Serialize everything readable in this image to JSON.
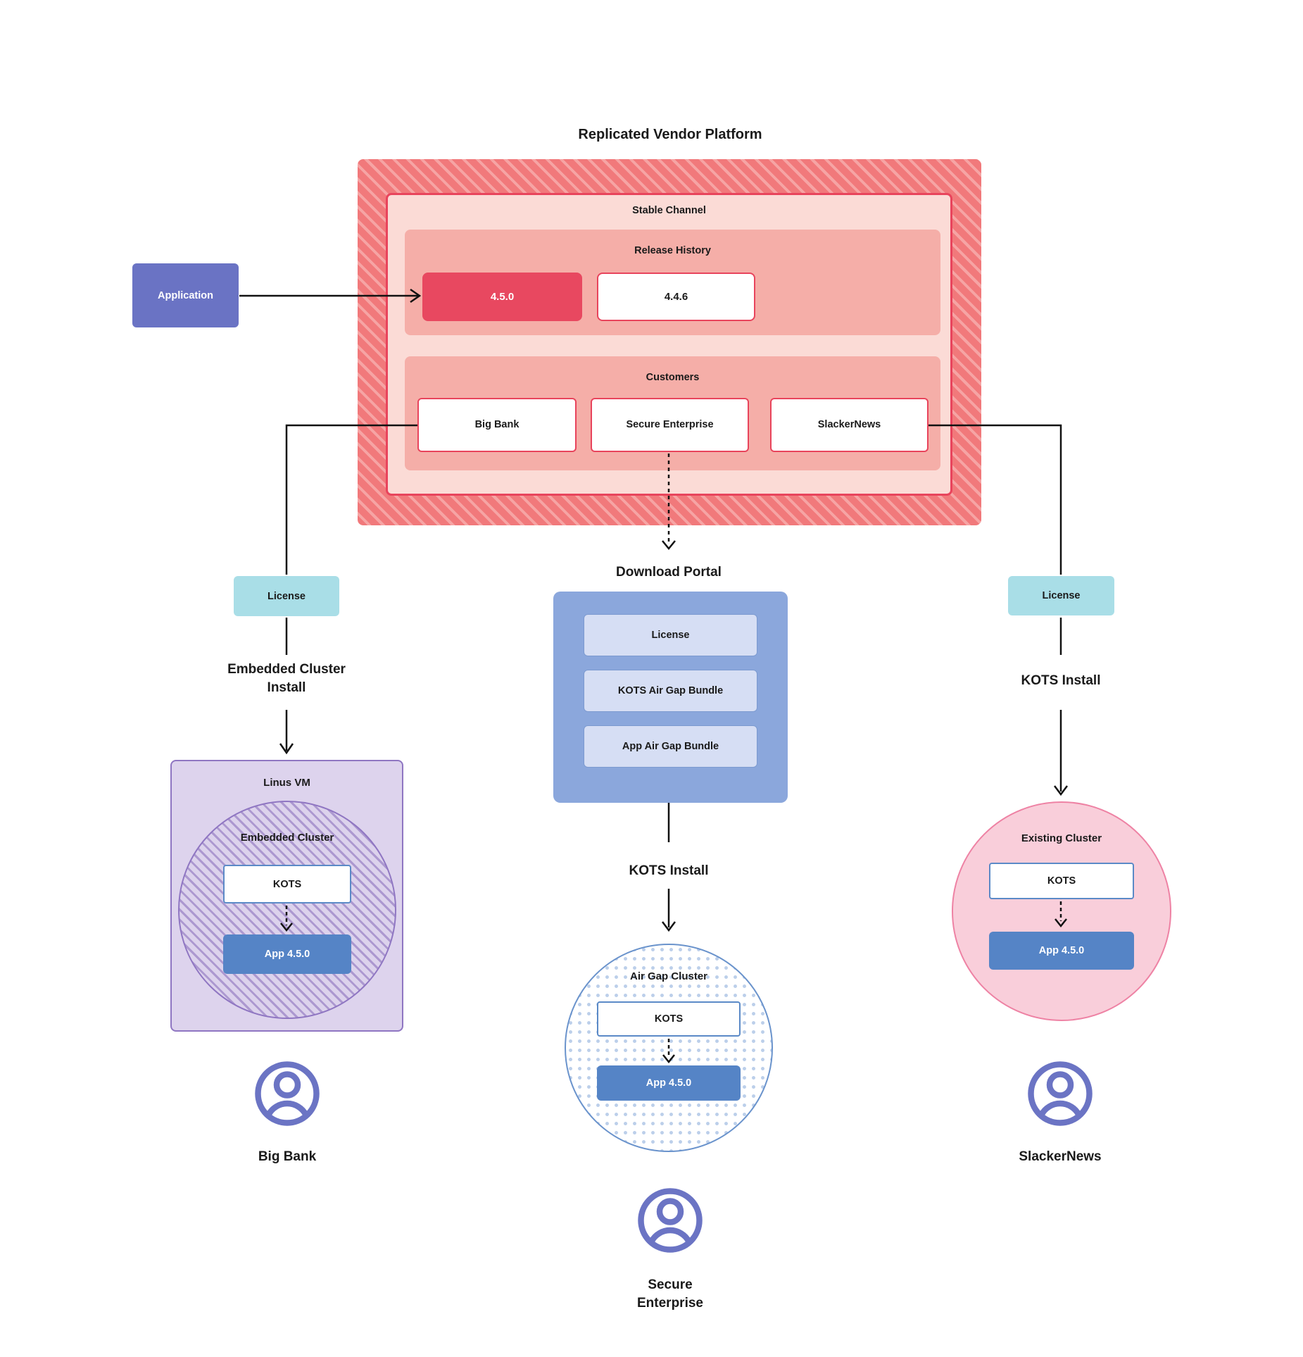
{
  "title": "Replicated Vendor Platform",
  "platform": {
    "stable_channel": {
      "label": "Stable Channel"
    },
    "release_history": {
      "label": "Release History",
      "releases": [
        {
          "version": "4.5.0",
          "highlight": true
        },
        {
          "version": "4.4.6",
          "highlight": false
        }
      ]
    },
    "customers": {
      "label": "Customers",
      "items": [
        "Big Bank",
        "Secure Enterprise",
        "SlackerNews"
      ]
    }
  },
  "application": {
    "label": "Application"
  },
  "flows": {
    "left": {
      "license_label": "License",
      "install_label": "Embedded Cluster Install",
      "vm_label": "Linus VM",
      "cluster_label": "Embedded Cluster",
      "kots_label": "KOTS",
      "app_label": "App 4.5.0",
      "customer_label": "Big Bank"
    },
    "middle": {
      "portal_label": "Download Portal",
      "portal_items": [
        "License",
        "KOTS Air Gap Bundle",
        "App Air Gap Bundle"
      ],
      "install_label": "KOTS Install",
      "cluster_label": "Air Gap Cluster",
      "kots_label": "KOTS",
      "app_label": "App 4.5.0",
      "customer_label": "Secure Enterprise"
    },
    "right": {
      "license_label": "License",
      "install_label": "KOTS Install",
      "cluster_label": "Existing Cluster",
      "kots_label": "KOTS",
      "app_label": "App 4.5.0",
      "customer_label": "SlackerNews"
    }
  },
  "icons": {
    "user": "user-icon"
  },
  "colors": {
    "platform_hatch_base": "#F1797B",
    "platform_hatch_stripe": "#F6A4A4",
    "stable_fill": "#FBDBD6",
    "stable_border": "#E8445C",
    "section_fill": "#F5AEA8",
    "release_highlight_fill": "#E84860",
    "application_fill": "#6A73C4",
    "license_fill": "#A9DEE7",
    "portal_fill": "#8BA7DC",
    "portal_item_fill": "#D6DEF4",
    "app_fill": "#5584C6",
    "kots_border": "#5B8AC7",
    "vm_fill": "#DDD3ED",
    "vm_border": "#8F76C2",
    "airgap_border": "#6A93CC",
    "existing_fill": "#F9CEDA",
    "existing_border": "#EE82A4",
    "user_icon_stroke": "#6B74C4",
    "wire": "#111111"
  }
}
